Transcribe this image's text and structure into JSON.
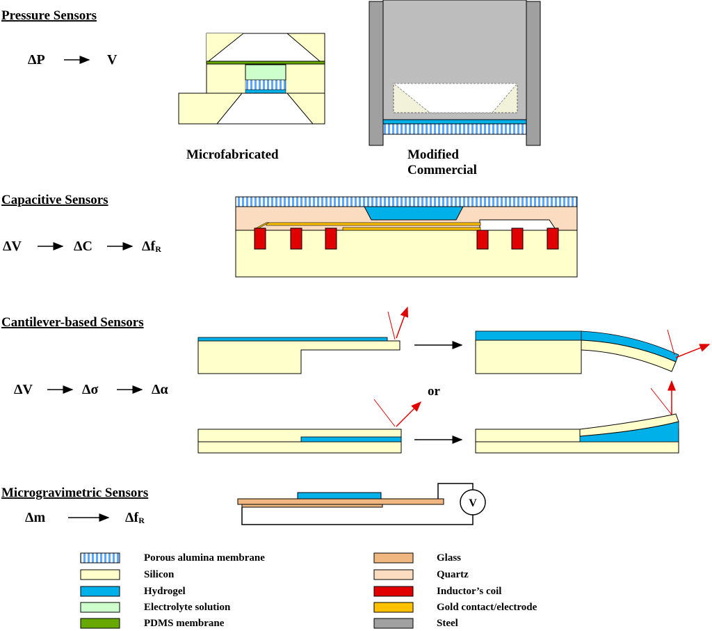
{
  "colors": {
    "silicon": "#ffffcc",
    "hydrogel": "#00b0e8",
    "electrolyte": "#ccffcc",
    "pdms": "#66a800",
    "glass": "#f0b880",
    "quartz": "#fcdcc0",
    "coil": "#e00000",
    "gold": "#ffc000",
    "steel": "#a0a0a0",
    "alumina_stripe": "#3399ff",
    "arrow_red": "#e00000"
  },
  "sections": {
    "pressure": {
      "heading": "Pressure Sensors",
      "eq": [
        "ΔP",
        "V"
      ],
      "caption_micro": "Microfabricated",
      "caption_mod_1": "Modified",
      "caption_mod_2": "Commercial"
    },
    "capacitive": {
      "heading": "Capacitive Sensors",
      "eq": [
        "ΔV",
        "ΔC",
        "Δf",
        "R"
      ]
    },
    "cantilever": {
      "heading": "Cantilever-based Sensors",
      "eq": [
        "ΔV",
        "Δσ",
        "Δα"
      ],
      "or_label": "or"
    },
    "microgravimetric": {
      "heading": "Microgravimetric Sensors",
      "eq": [
        "Δm",
        "Δf",
        "R"
      ],
      "meter_label": "V"
    }
  },
  "legend": {
    "left": [
      {
        "label": "Porous alumina membrane",
        "swatch": "alumina"
      },
      {
        "label": "Silicon",
        "swatch": "silicon"
      },
      {
        "label": "Hydrogel",
        "swatch": "hydrogel"
      },
      {
        "label": "Electrolyte solution",
        "swatch": "electrolyte"
      },
      {
        "label": "PDMS membrane",
        "swatch": "pdms"
      }
    ],
    "right": [
      {
        "label": "Glass",
        "swatch": "glass"
      },
      {
        "label": "Quartz",
        "swatch": "quartz"
      },
      {
        "label": "Inductor’s coil",
        "swatch": "coil"
      },
      {
        "label": "Gold contact/electrode",
        "swatch": "gold"
      },
      {
        "label": "Steel",
        "swatch": "steel"
      }
    ]
  }
}
